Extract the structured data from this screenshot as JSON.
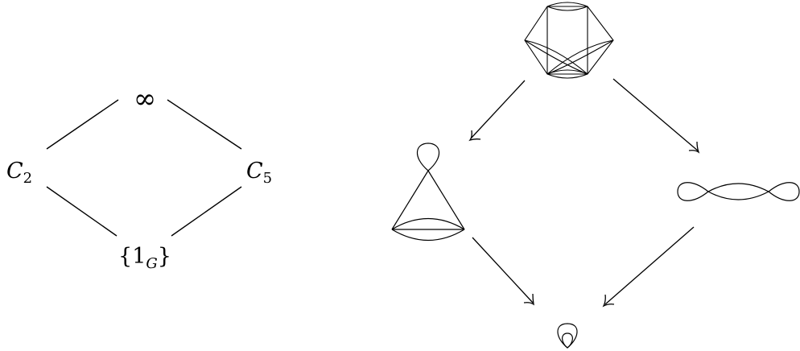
{
  "lattice": {
    "top": "∞",
    "left": {
      "base": "C",
      "sub": "2"
    },
    "right": {
      "base": "C",
      "sub": "5"
    },
    "bottom": {
      "open": "{",
      "base": "1",
      "sub": "G",
      "close": "}"
    }
  },
  "colors": {
    "ink": "#000000",
    "background": "#ffffff"
  }
}
